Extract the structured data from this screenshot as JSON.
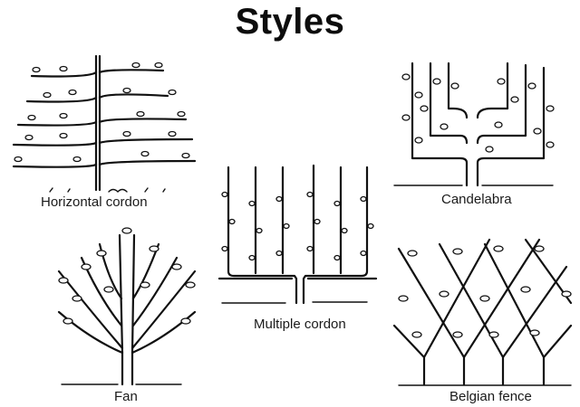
{
  "title": "Styles",
  "styles": [
    {
      "id": "horizontal-cordon",
      "label": "Horizontal cordon"
    },
    {
      "id": "candelabra",
      "label": "Candelabra"
    },
    {
      "id": "multiple-cordon",
      "label": "Multiple cordon"
    },
    {
      "id": "fan",
      "label": "Fan"
    },
    {
      "id": "belgian-fence",
      "label": "Belgian fence"
    }
  ],
  "colors": {
    "ink": "#111111",
    "background": "#ffffff"
  }
}
